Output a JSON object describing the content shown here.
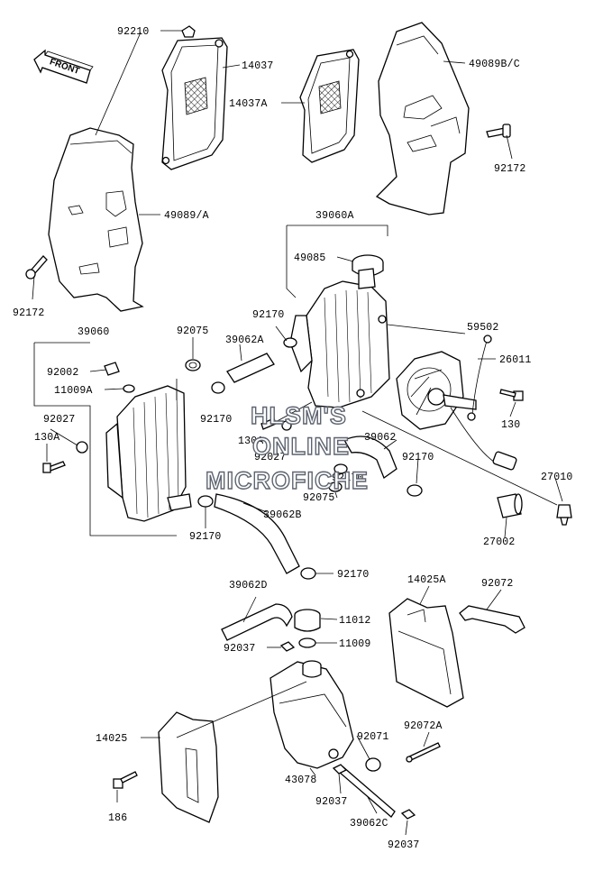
{
  "front_arrow": {
    "text": "FRONT"
  },
  "watermark": {
    "line1": "HLSM'S",
    "line2": "ONLINE",
    "line3": "MICROFICHE"
  },
  "labels": {
    "p92210": "92210",
    "p14037": "14037",
    "p14037A": "14037A",
    "p49089BC": "49089B/C",
    "p92172_top": "92172",
    "p49089A": "49089/A",
    "p92172_left": "92172",
    "p39060A": "39060A",
    "p49085": "49085",
    "p92170_a": "92170",
    "p59502": "59502",
    "p39060": "39060",
    "p92075_a": "92075",
    "p39062A": "39062A",
    "p26011": "26011",
    "p92002": "92002",
    "p11009A": "11009A",
    "p130": "130",
    "p92027_a": "92027",
    "p130A_a": "130A",
    "p92170_b": "92170",
    "p130A_b": "130A",
    "p92027_b": "92027",
    "p39062": "39062",
    "p92170_c": "92170",
    "p92170_d": "92170",
    "p92075_b": "92075",
    "p27010": "27010",
    "p92170_e": "92170",
    "p39062B": "39062B",
    "p27002": "27002",
    "p92170_f": "92170",
    "p39062D": "39062D",
    "p14025A": "14025A",
    "p92072": "92072",
    "p11012": "11012",
    "p92037_a": "92037",
    "p11009": "11009",
    "p14025": "14025",
    "p92071": "92071",
    "p92072A": "92072A",
    "p43078": "43078",
    "p186": "186",
    "p92037_b": "92037",
    "p39062C": "39062C",
    "p92037_c": "92037"
  }
}
